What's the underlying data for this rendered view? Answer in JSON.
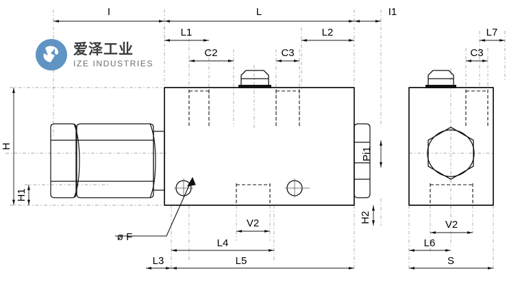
{
  "drawing": {
    "title": "Hydraulic valve dimensional drawing",
    "line_color": "#1a1a1a",
    "thin_line_color": "#7d7d7d",
    "dimension_labels": {
      "I": "I",
      "L": "L",
      "I1": "I1",
      "L1": "L1",
      "L2": "L2",
      "L3": "L3",
      "L4": "L4",
      "L5": "L5",
      "L6": "L6",
      "L7": "L7",
      "C2": "C2",
      "C3_front": "C3",
      "C3_side": "C3",
      "H": "H",
      "H1": "H1",
      "H2": "H2",
      "P1": "Pi1",
      "V2_front": "V2",
      "V2_side": "V2",
      "S": "S",
      "diameter_F": "ø F"
    }
  },
  "logo": {
    "brand_cn": "爱泽工业",
    "brand_en": "IZE INDUSTRIES",
    "mark_icon": "ize-circle-logo-icon",
    "circle_color": "#5f93c4",
    "text_color": "#3b3b3b",
    "subtext_color": "#6d6d6d"
  }
}
